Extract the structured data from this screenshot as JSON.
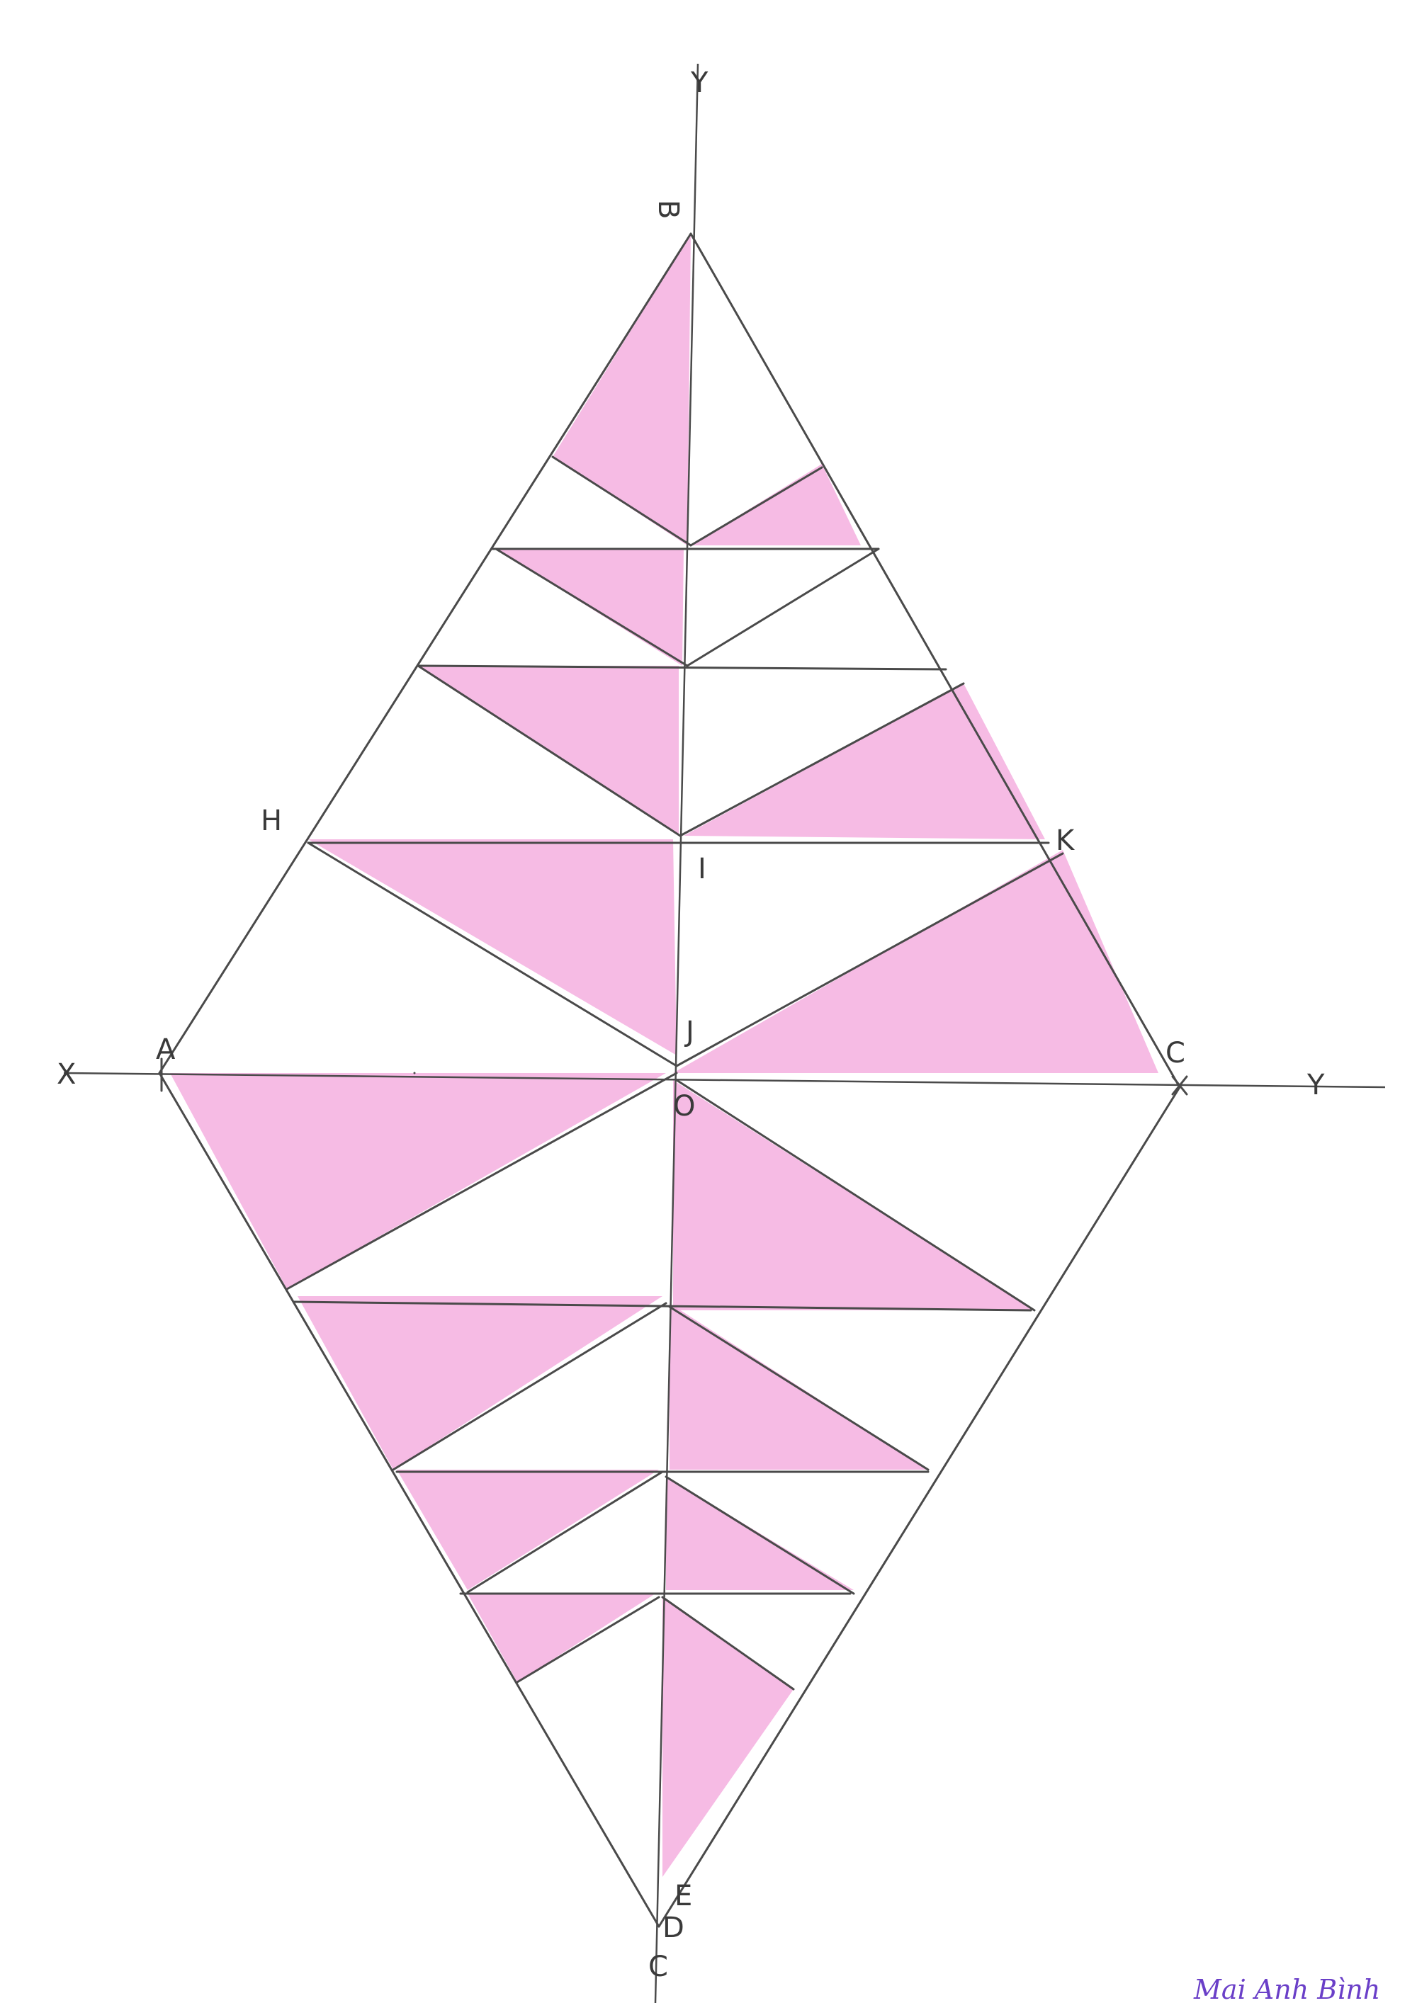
{
  "colors": {
    "paper": "#ffffff",
    "pencil": "#4a4a4a",
    "pink": "#f3a8dc",
    "green": "#3a9a2a",
    "purple": "#6a3fc8"
  },
  "labels": {
    "y_top": "Y",
    "b": "B",
    "h": "H",
    "i": "I",
    "k": "K",
    "x_left": "X",
    "a": "A",
    "c": "C",
    "y_right": "Y",
    "o": "O",
    "j": "J",
    "e": "E",
    "d": "D",
    "c_bottom": "C"
  },
  "signature": "Mai Anh Bình"
}
